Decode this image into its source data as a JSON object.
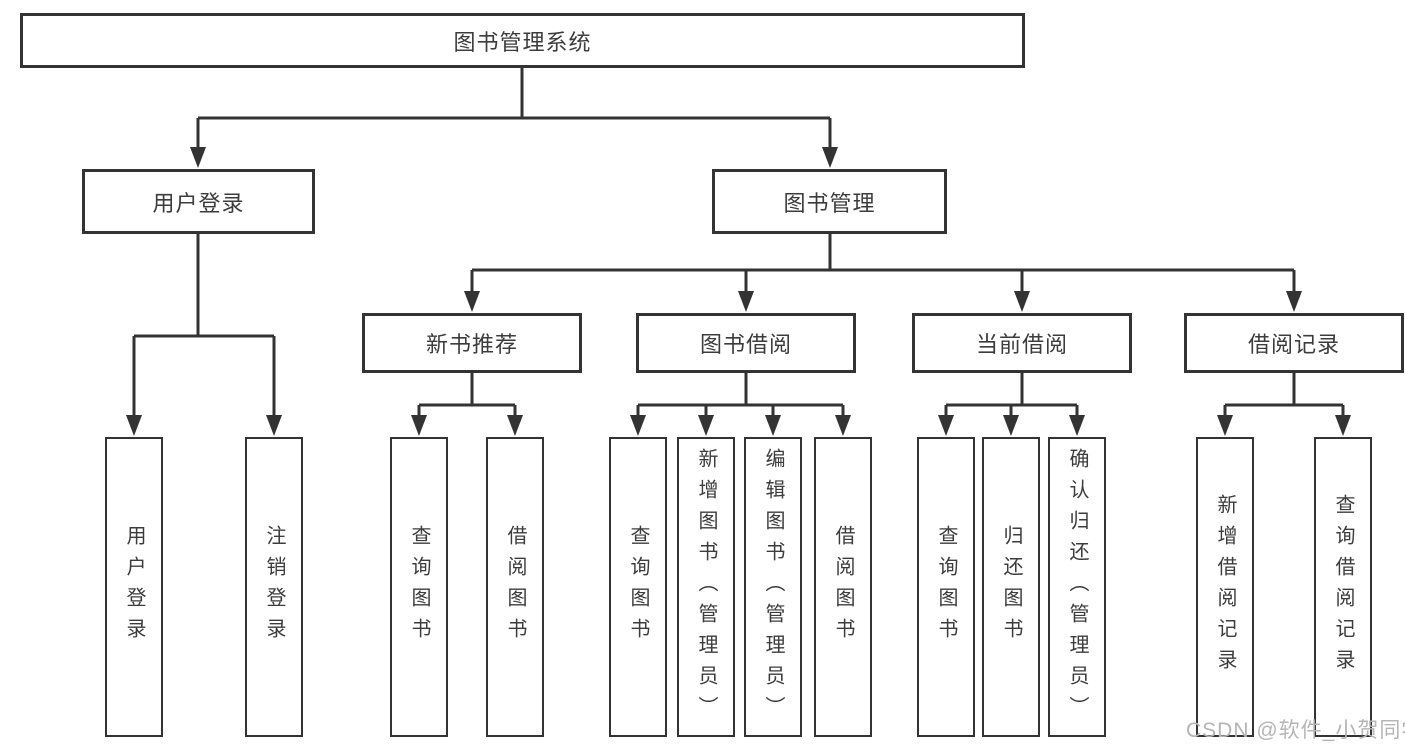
{
  "diagram": {
    "title": "图书管理系统",
    "user_branch": {
      "label": "用户登录",
      "children": [
        "用户登录",
        "注销登录"
      ]
    },
    "book_branch": {
      "label": "图书管理",
      "groups": [
        {
          "label": "新书推荐",
          "children": [
            "查询图书",
            "借阅图书"
          ]
        },
        {
          "label": "图书借阅",
          "children": [
            "查询图书",
            "新增图书（管理员）",
            "编辑图书（管理员）",
            "借阅图书"
          ]
        },
        {
          "label": "当前借阅",
          "children": [
            "查询图书",
            "归还图书",
            "确认归还（管理员）"
          ]
        },
        {
          "label": "借阅记录",
          "children": [
            "新增借阅记录",
            "查询借阅记录"
          ]
        }
      ]
    }
  },
  "watermark": "CSDN @软件_小贺同学",
  "colors": {
    "line": "#333333",
    "box_border": "#333333",
    "text": "#3c3c3c",
    "watermark_text": "#b5b5b5",
    "background": "#ffffff"
  }
}
